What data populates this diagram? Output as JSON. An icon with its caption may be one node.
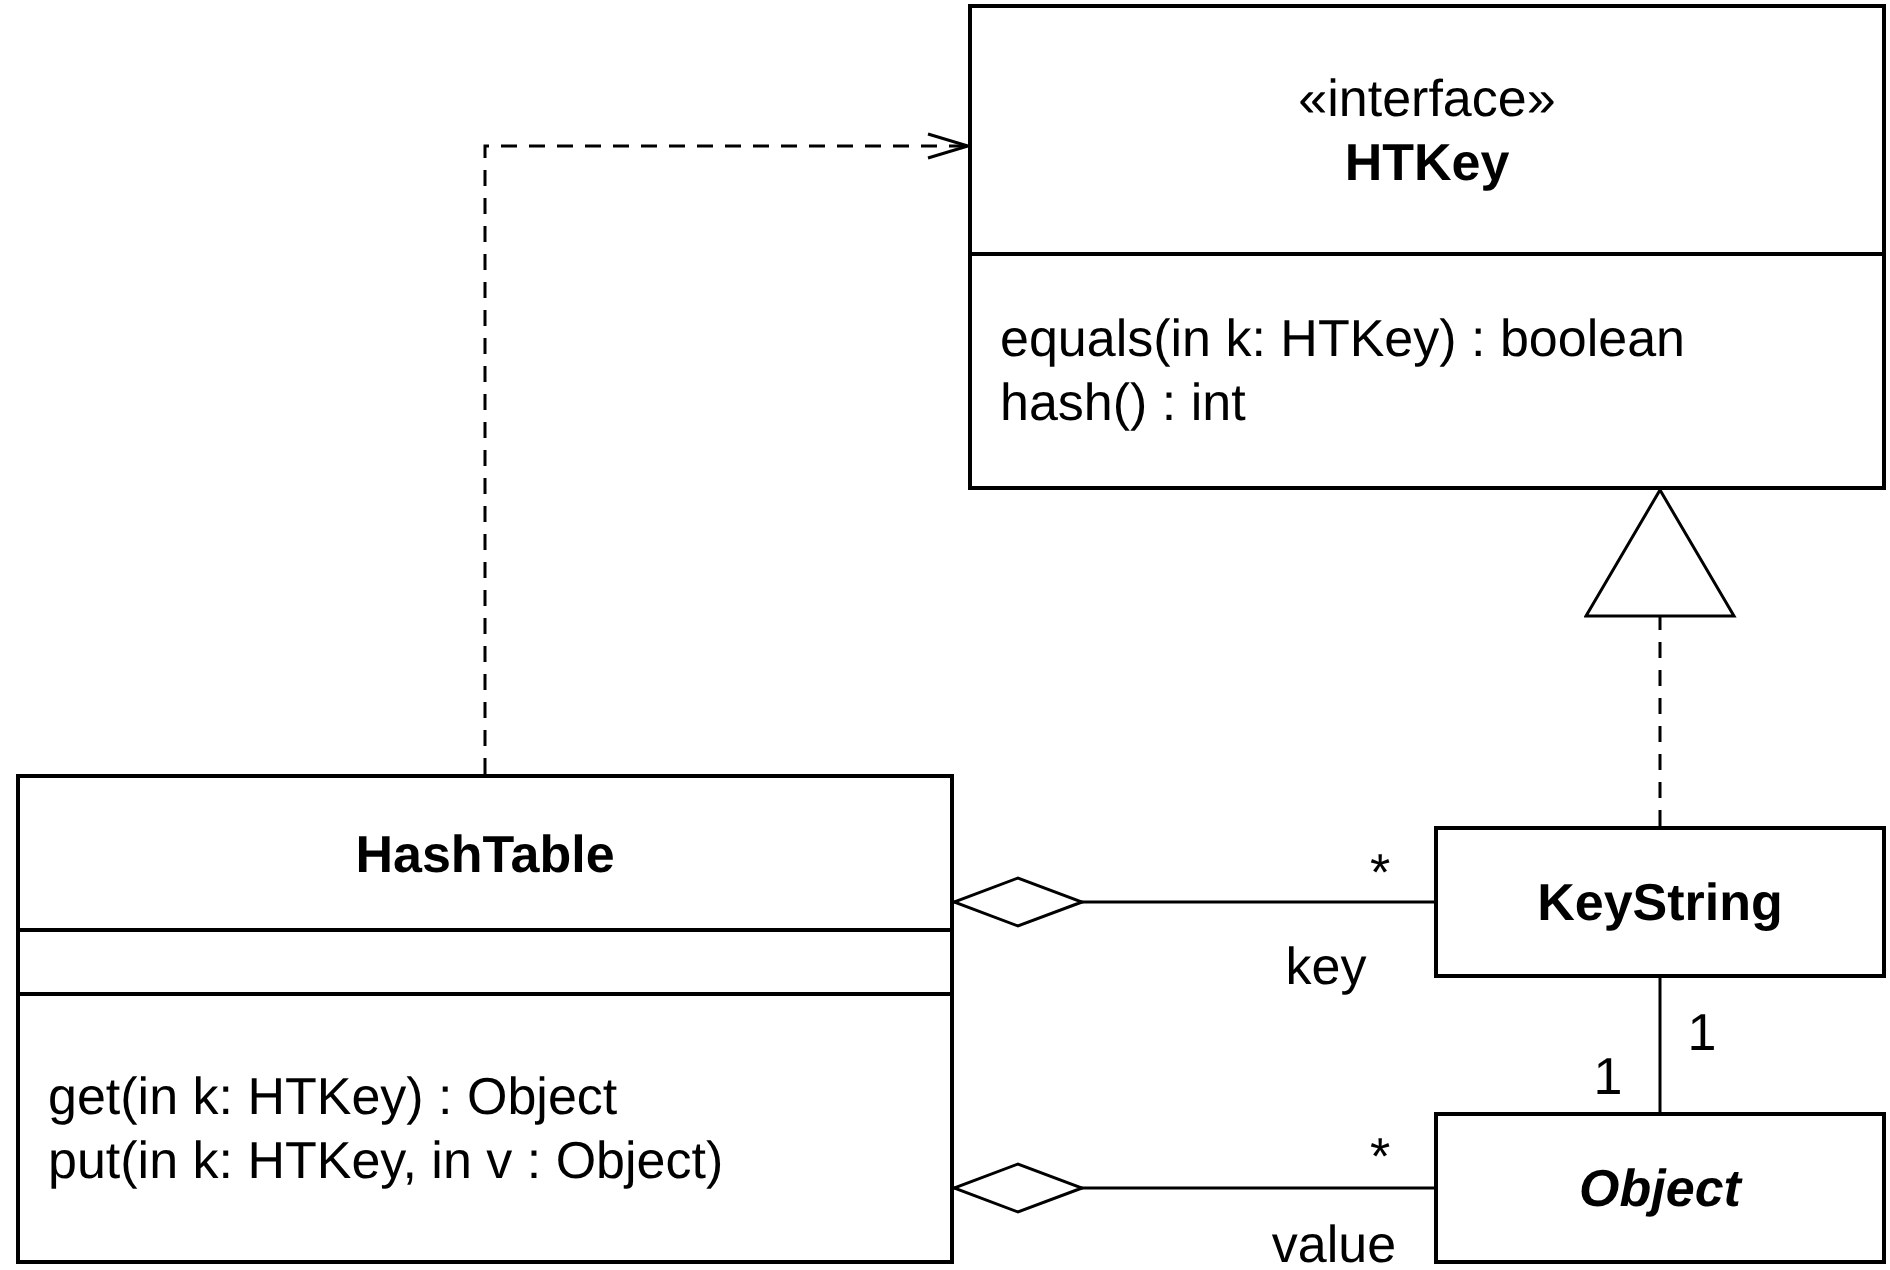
{
  "diagram": {
    "nodes": [
      {
        "text": [
          "«interface»",
          "HTKey",
          "equals(in k: HTKey) : boolean",
          "hash() : int"
        ]
      },
      {
        "text": [
          "HashTable",
          "get(in k: HTKey) : Object",
          "put(in k: HTKey, in v : Object)"
        ]
      },
      {
        "text": [
          "KeyString"
        ]
      },
      {
        "text": [
          "Object"
        ]
      }
    ],
    "edges": [
      {
        "from": 1,
        "to": 0,
        "arrow": "to",
        "style": "dashed"
      },
      {
        "from": 2,
        "to": 0,
        "arrow": "to",
        "style": "dashed"
      },
      {
        "from": 1,
        "to": 2,
        "arrow": "other",
        "label": "key"
      },
      {
        "from": 1,
        "to": 3,
        "arrow": "other",
        "label": "value"
      },
      {
        "from": 2,
        "to": 3,
        "arrow": "none"
      }
    ],
    "labels": [
      "*",
      "1",
      "1",
      "*"
    ]
  }
}
